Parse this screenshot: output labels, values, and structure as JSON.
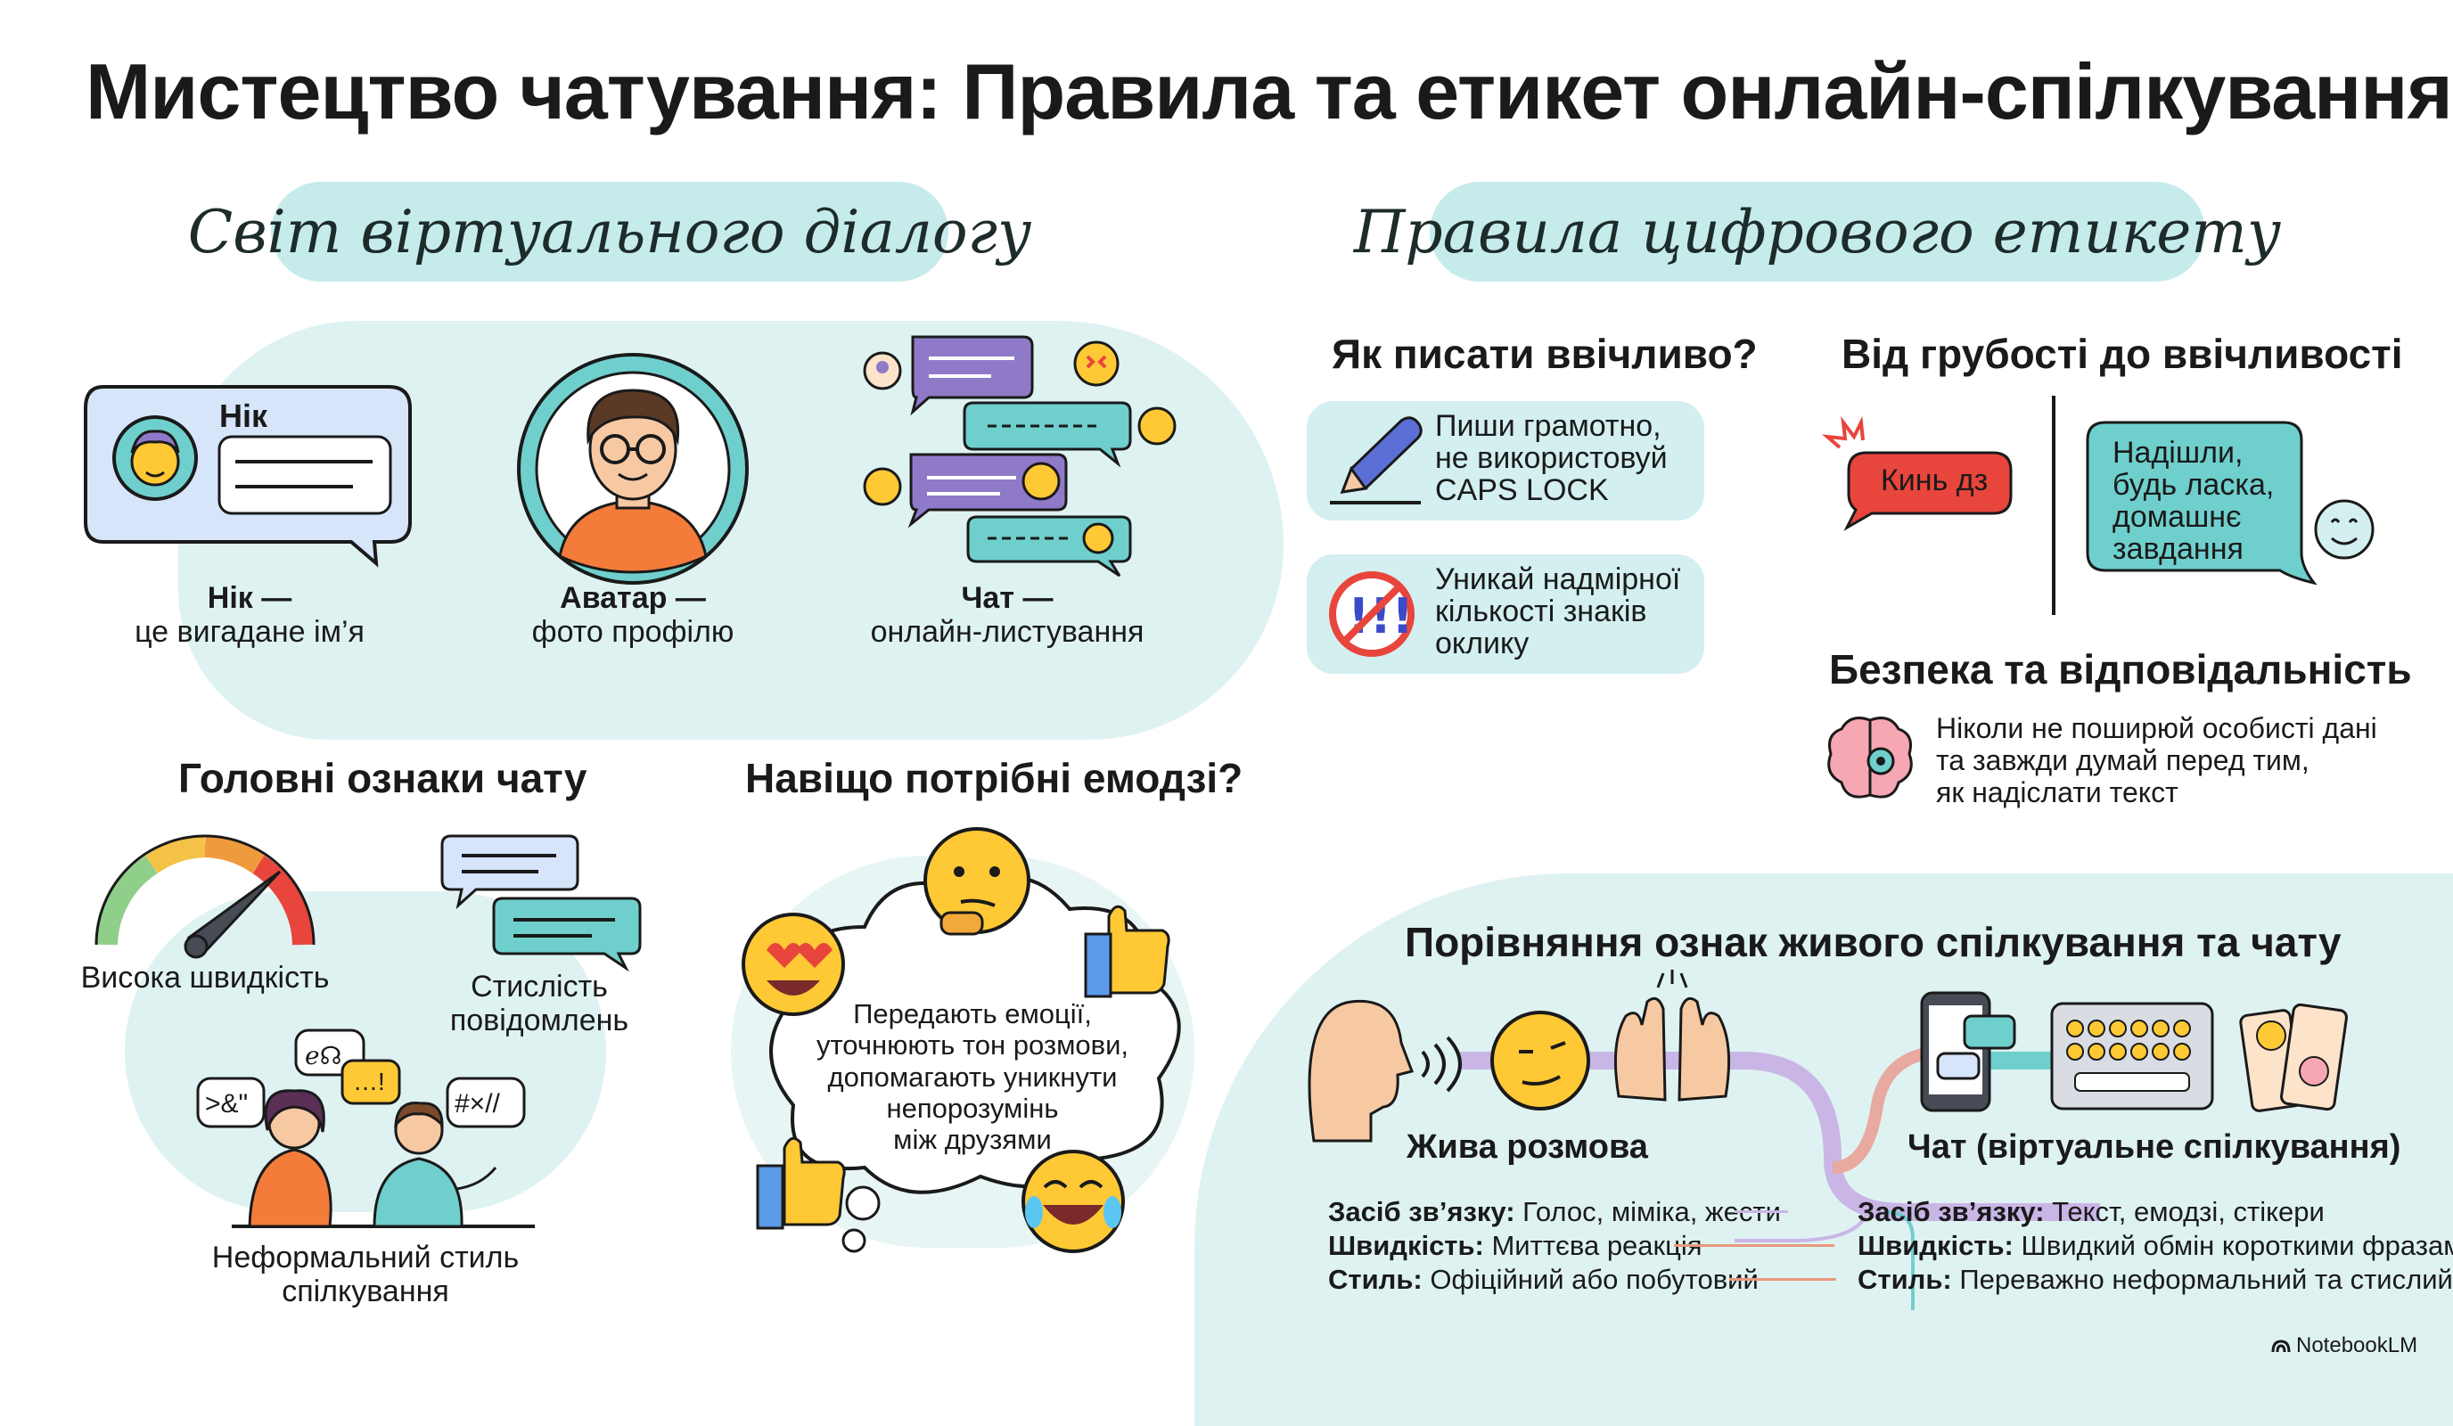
{
  "title": "Мистецтво чатування: Правила та етикет онлайн-спілкування",
  "left_pill": "Світ віртуального діалогу",
  "right_pill": "Правила цифрового етикету",
  "nick": {
    "bubble_label": "Нік",
    "term": "Нік —",
    "desc": "це вигадане ім’я"
  },
  "avatar": {
    "term": "Аватар —",
    "desc": "фото профілю"
  },
  "chat": {
    "term": "Чат —",
    "desc": "онлайн-листування"
  },
  "chat_features": {
    "heading": "Головні ознаки чату",
    "speed": "Висока швидкість",
    "brevity_line1": "Стислість",
    "brevity_line2": "повідомлень",
    "symbols": [
      ">&\"",
      "ℯ☊",
      "…!",
      "#×//"
    ],
    "informal_line1": "Неформальний стиль",
    "informal_line2": "спілкування"
  },
  "emoji_section": {
    "heading": "Навіщо потрібні емодзі?",
    "lines": [
      "Передають емоції,",
      "уточнюють тон розмови,",
      "допомагають уникнути",
      "непорозумінь",
      "між друзями"
    ]
  },
  "polite": {
    "heading": "Як писати ввічливо?",
    "card1": [
      "Пиши грамотно,",
      "не використовуй",
      "CAPS LOCK"
    ],
    "card2": [
      "Уникай надмірної",
      "кількості знаків",
      "оклику"
    ]
  },
  "rude_to_polite": {
    "heading": "Від грубості до ввічливості",
    "rude": "Кинь дз",
    "polite_lines": [
      "Надішли,",
      "будь ласка,",
      "домашнє",
      "завдання"
    ]
  },
  "safety": {
    "heading": "Безпека та відповідальність",
    "lines": [
      "Ніколи не поширюй особисті дані",
      "та завжди думай перед тим,",
      "як надіслати текст"
    ]
  },
  "comparison": {
    "heading": "Порівняння ознак живого спілкування та чату",
    "live_label": "Жива розмова",
    "chat_label": "Чат (віртуальне спілкування)",
    "live_rows": [
      {
        "key": "Засіб зв’язку:",
        "value": " Голос, міміка, жести"
      },
      {
        "key": "Швидкість:",
        "value": " Миттєва реакція"
      },
      {
        "key": "Стиль:",
        "value": " Офіційний або побутовий"
      }
    ],
    "chat_rows": [
      {
        "key": "Засіб зв’язку:",
        "value": " Текст, емодзі, стікери"
      },
      {
        "key": "Швидкість:",
        "value": " Швидкий обмін короткими фразами"
      },
      {
        "key": "Стиль:",
        "value": " Переважно неформальний та стислий"
      }
    ]
  },
  "brand": "NotebookLM",
  "colors": {
    "teal": "#6fcfcd",
    "purple": "#8f7ac9",
    "red": "#e8453c",
    "skin": "#f7c9a3",
    "orange": "#f47c3a",
    "yellow": "#ffc935"
  }
}
